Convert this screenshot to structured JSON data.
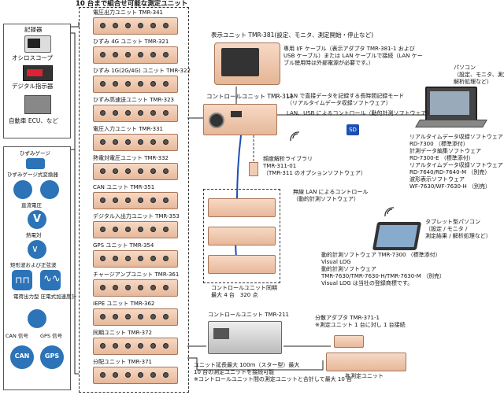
{
  "header": {
    "caption": "10 台まで組合せ可能な測定ユニット"
  },
  "left_top": {
    "title": "記録器",
    "items": [
      "オシロスコープ",
      "デジタル指示器",
      "自動車 ECU、など"
    ]
  },
  "left_bottom": {
    "items": [
      {
        "label": "ひずみゲージ",
        "icon": "strain-gauge-icon"
      },
      {
        "label": "ひずみゲージ式変換器",
        "icon": "transducer-icon"
      },
      {
        "label": "直流電圧",
        "icon": "dc-voltage-icon"
      },
      {
        "label": "熱電対",
        "icon": "thermocouple-icon"
      },
      {
        "label": "矩形波および正弦波",
        "icon": "wave-icon"
      },
      {
        "label": "電荷出力型\n圧電式加速度計",
        "icon": "accelerometer-icon"
      },
      {
        "label": "CAN 信号",
        "icon": "can-icon"
      },
      {
        "label": "GPS 信号",
        "icon": "gps-icon"
      }
    ],
    "can_text": "CAN",
    "gps_text": "GPS",
    "dc_text": "V"
  },
  "units": [
    "電圧出力ユニット TMR-341",
    "ひずみ 4G ユニット TMR-321",
    "ひずみ 1G(2G/4G) ユニット TMR-322",
    "ひずみ高速送ユニット TMR-323",
    "電圧入力ユニット TMR-331",
    "熱電対電圧ユニット TMR-332",
    "CAN ユニット TMR-351",
    "デジタル入出力ユニット TMR-353",
    "GPS ユニット TMR-354",
    "チャージアンプユニット TMR-361",
    "IEPE ユニット TMR-362",
    "同期ユニット TMR-372",
    "分配ユニット TMR-371"
  ],
  "display_unit": "表示ユニット TMR-381(設定、モニタ、測定開始・停止など)",
  "cable_note": "専用 I/F ケーブル（表示アダプタ TMR-381-1 および\nUSB ケーブル）または LAN ケーブルで接続（LAN ケー\nブル使用時は外部電源が必要です。）",
  "pc": {
    "label": "パソコン\n（設定、モニタ、測定結果、\n解析処理など）"
  },
  "control_unit": "コントロールユニット TMR-311",
  "lan_mode": "LAN で直接データを記録する長時間記録モード\n（リアルタイムデータ収録ソフトウェア）",
  "lan_usb": "LAN、USB によるコントロール（動的計測ソフトウェア）",
  "sd_text": "SD",
  "software_list": "リアルタイムデータ収録ソフトウェア\nRD-7300 （標準添付）\n計測データ編集ソフトウェア\nRD-7300-E （標準添付）\nリアルタイムデータ収録ソフトウェア\nRD-7640/RD-7640-M （別売）\n波形表示ソフトウェア\nWF-7630/WF-7630-H （別売）",
  "freq_lib": "頻度解析ライブラリ\nTMR-311-01\n（TMR-311 のオプションソフトウェア）",
  "wireless": "無線 LAN によるコントロール\n（動的計測ソフトウェア）",
  "tablet": "タブレット型パソコン\n（設定 / モニタ /\n測定結果 / 解析処理など）",
  "tablet_software": "動的計測ソフトウェア TMR-7300 （標準添付）\nVisual LOG\n動的計測ソフトウェア\nTMR-7630/TMR-7630-H/TMR-7630-M （別売）\nVisual LOG は当社の登録商標です。",
  "sync": "コントロールユニット同期\n最大 4 台　320 点",
  "control_211": "コントロールユニット TMR-211",
  "adapter": "分散アダプタ TMR-371-1\n※測定ユニット 1 台に対し 1 台接続",
  "meas_unit": "各測定ユニット",
  "extension": "ユニット延長最大 100m（スター型）最大\n10 台の測定ユニットを接続可能\n※コントロールユニット間の測定ユニットと合計して最大 10 台",
  "colors": {
    "accent": "#2c73b8",
    "unit_body": "#f2cdb4",
    "unit_edge": "#a8765a",
    "cable_blue": "#1c4fb5"
  }
}
